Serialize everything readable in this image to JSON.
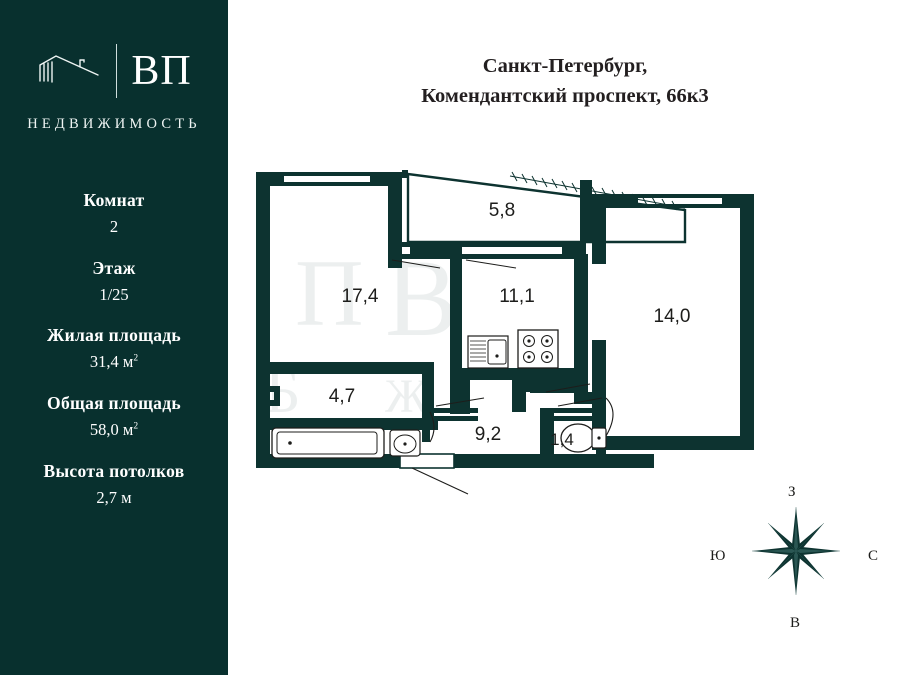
{
  "brand": {
    "letters": "ВП",
    "subtitle": "НЕДВИЖИМОСТЬ",
    "mark_icon": "house-roof-icon"
  },
  "colors": {
    "sidebar_bg": "#08302e",
    "wall": "#0d3330",
    "text_dark": "#231f20",
    "paper": "#ffffff"
  },
  "specs": [
    {
      "label": "Комнат",
      "value": "2",
      "unit": ""
    },
    {
      "label": "Этаж",
      "value": "1/25",
      "unit": ""
    },
    {
      "label": "Жилая площадь",
      "value": "31,4 м",
      "unit": "2"
    },
    {
      "label": "Общая площадь",
      "value": "58,0 м",
      "unit": "2"
    },
    {
      "label": "Высота потолков",
      "value": "2,7 м",
      "unit": ""
    }
  ],
  "title": {
    "line1": "Санкт-Петербург,",
    "line2": "Комендантский проспект, 66к3"
  },
  "plan": {
    "rooms": [
      {
        "name": "living-room",
        "area": "17,4"
      },
      {
        "name": "kitchen",
        "area": "11,1"
      },
      {
        "name": "bedroom",
        "area": "14,0"
      },
      {
        "name": "loggia",
        "area": "5,8"
      },
      {
        "name": "bathroom",
        "area": "4,7"
      },
      {
        "name": "hallway",
        "area": "9,2"
      },
      {
        "name": "toilet",
        "area": "1,4"
      }
    ],
    "fixtures": [
      "bathtub-icon",
      "washbasin-icon",
      "toilet-icon",
      "kitchen-sink-icon",
      "stove-icon"
    ]
  },
  "compass": {
    "top": "З",
    "left": "Ю",
    "right": "С",
    "bottom": "В"
  }
}
